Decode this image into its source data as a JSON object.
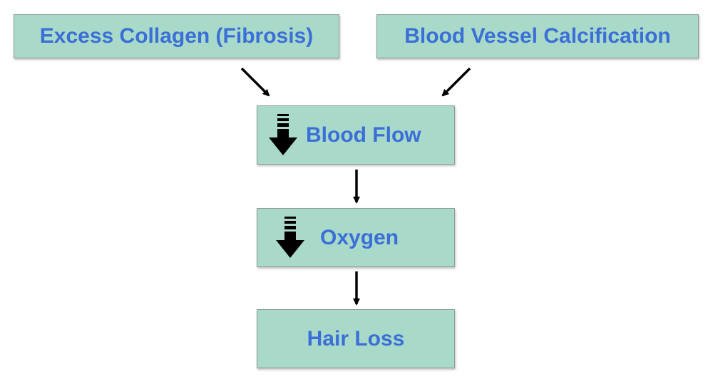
{
  "nodes": {
    "fibrosis": {
      "label": "Excess Collagen (Fibrosis)"
    },
    "calcification": {
      "label": "Blood Vessel Calcification"
    },
    "blood_flow": {
      "label": "Blood Flow",
      "icon": "decrease-arrow-icon"
    },
    "oxygen": {
      "label": "Oxygen",
      "icon": "decrease-arrow-icon"
    },
    "hair_loss": {
      "label": "Hair Loss"
    }
  },
  "edges": [
    {
      "from": "fibrosis",
      "to": "blood_flow"
    },
    {
      "from": "calcification",
      "to": "blood_flow"
    },
    {
      "from": "blood_flow",
      "to": "oxygen"
    },
    {
      "from": "oxygen",
      "to": "hair_loss"
    }
  ],
  "colors": {
    "node_fill": "#a9d9c8",
    "node_border": "#8e9a96",
    "label_text": "#3a6fd8",
    "arrow": "#000000"
  }
}
